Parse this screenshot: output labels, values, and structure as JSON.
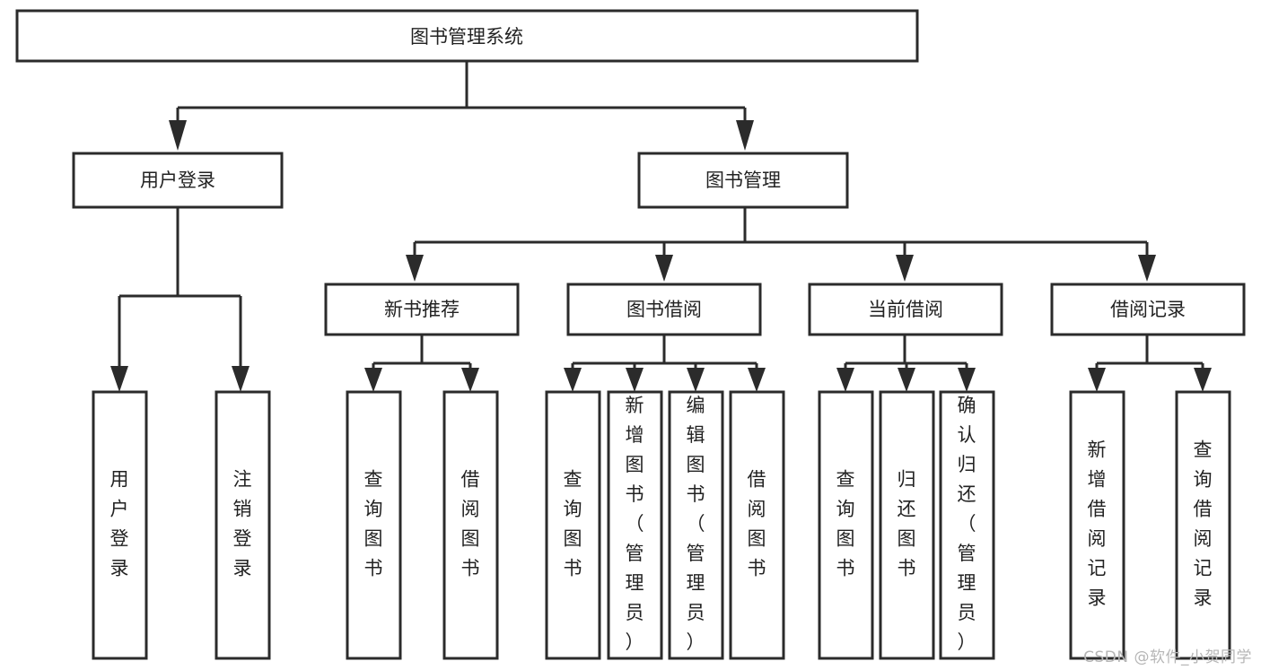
{
  "diagram": {
    "type": "tree",
    "title": "图书管理系统",
    "orientation": "top-down",
    "watermark": "CSDN @软件_小贺同学",
    "colors": {
      "box_stroke": "#2b2b2b",
      "box_fill": "#ffffff",
      "text": "#222222",
      "connector": "#2b2b2b",
      "background": "#ffffff",
      "watermark": "#b6b6b6"
    },
    "root": {
      "label": "图书管理系统"
    },
    "level2": [
      {
        "label": "用户登录"
      },
      {
        "label": "图书管理"
      }
    ],
    "level3": [
      {
        "label": "新书推荐"
      },
      {
        "label": "图书借阅"
      },
      {
        "label": "当前借阅"
      },
      {
        "label": "借阅记录"
      }
    ],
    "leaves": {
      "user_login": [
        {
          "label": "用户登录"
        },
        {
          "label": "注销登录"
        }
      ],
      "new_book": [
        {
          "label": "查询图书"
        },
        {
          "label": "借阅图书"
        }
      ],
      "book_borrow": [
        {
          "label": "查询图书"
        },
        {
          "label": "新增图书（管理员）"
        },
        {
          "label": "编辑图书（管理员）"
        },
        {
          "label": "借阅图书"
        }
      ],
      "current_borrow": [
        {
          "label": "查询图书"
        },
        {
          "label": "归还图书"
        },
        {
          "label": "确认归还（管理员）"
        }
      ],
      "borrow_record": [
        {
          "label": "新增借阅记录"
        },
        {
          "label": "查询借阅记录"
        }
      ]
    }
  }
}
